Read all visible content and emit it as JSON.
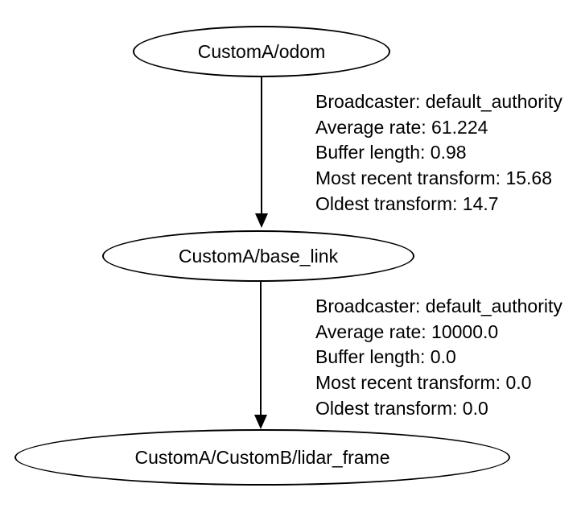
{
  "diagram": {
    "type": "tf-frame-tree",
    "background_color": "#ffffff",
    "stroke_color": "#000000",
    "text_color": "#000000",
    "nodes": [
      {
        "label": "CustomA/odom"
      },
      {
        "label": "CustomA/base_link"
      },
      {
        "label": "CustomA/CustomB/lidar_frame"
      }
    ],
    "edges": [
      {
        "from": "CustomA/odom",
        "to": "CustomA/base_link",
        "stats": [
          "Broadcaster: default_authority",
          "Average rate: 61.224",
          "Buffer length: 0.98",
          "Most recent transform: 15.68",
          "Oldest transform: 14.7"
        ]
      },
      {
        "from": "CustomA/base_link",
        "to": "CustomA/CustomB/lidar_frame",
        "stats": [
          "Broadcaster: default_authority",
          "Average rate: 10000.0",
          "Buffer length: 0.0",
          "Most recent transform: 0.0",
          "Oldest transform: 0.0"
        ]
      }
    ]
  }
}
